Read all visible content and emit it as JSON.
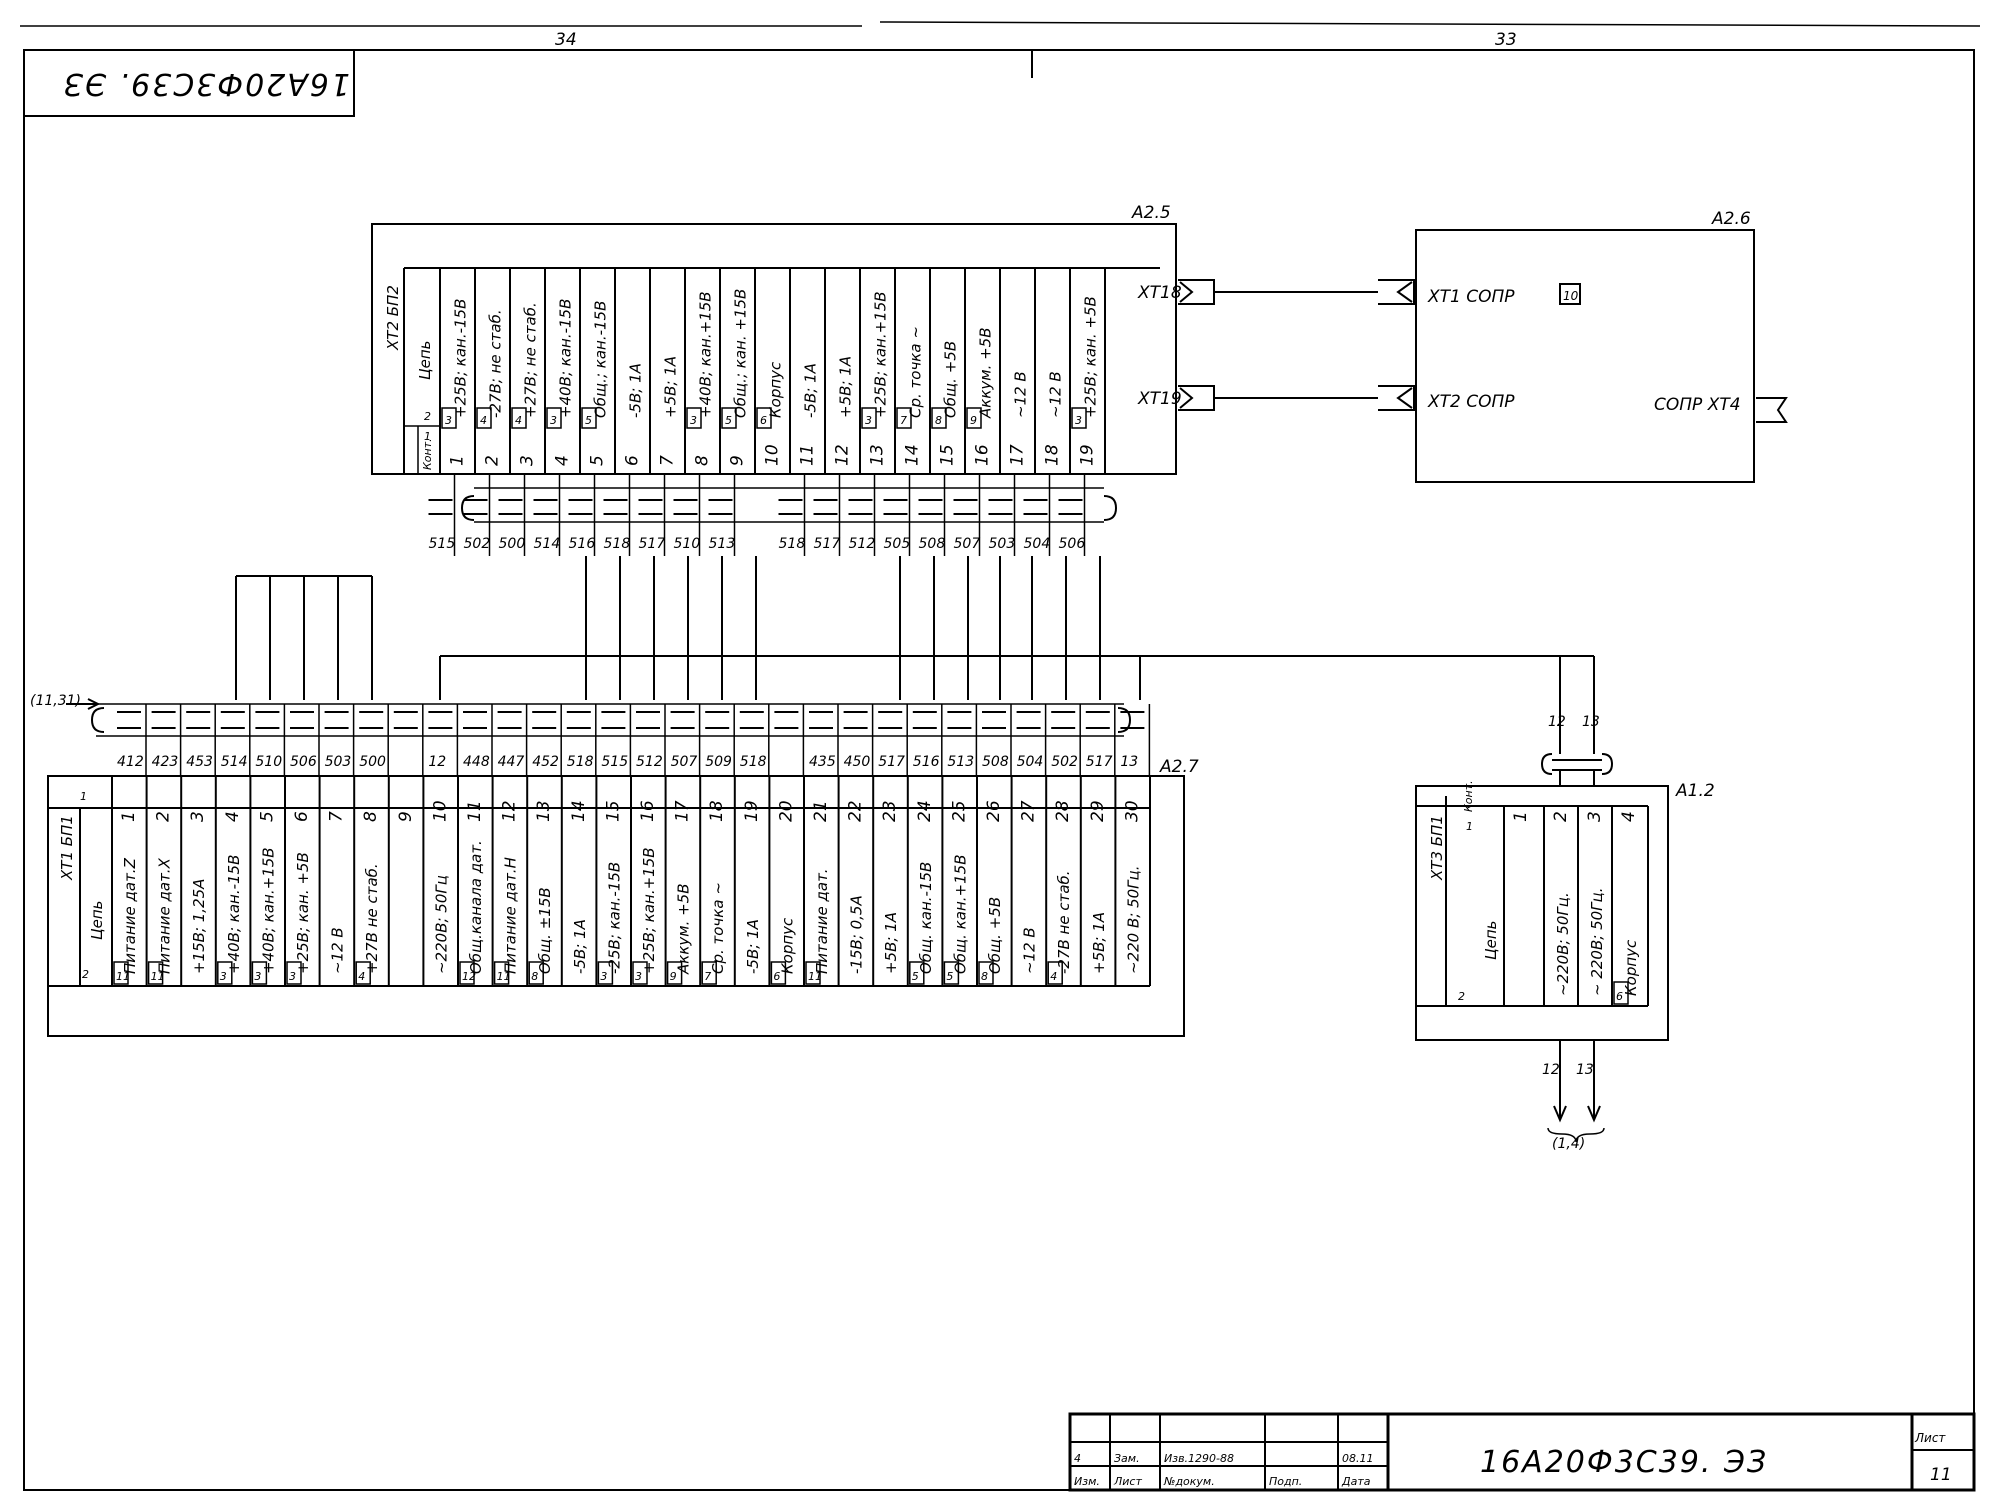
{
  "sheet": {
    "doc_code": "16А20Ф3С39. ЭЗ",
    "doc_code_rotated": "16А20Ф3С39. ЭЗ",
    "page_left": "34",
    "page_right": "33",
    "sheet_label": "Лист",
    "sheet_no": "11"
  },
  "title_block": {
    "row1": [
      "4",
      "Зам.",
      "Изв.1290-88",
      "",
      "08.11"
    ],
    "headers": [
      "Изм.",
      "Лист",
      "№докум.",
      "Подп.",
      "Дата"
    ]
  },
  "a25": {
    "name": "А2.5",
    "connector": "ХТ2 БП2",
    "cont_header": "Конт.",
    "circuit_header": "Цепь",
    "header_size": "1",
    "header_size2": "2",
    "ports": [
      "ХТ18",
      "ХТ19"
    ],
    "pins": [
      {
        "n": "1",
        "sig": "+25В; кан.-15В",
        "sz": "3"
      },
      {
        "n": "2",
        "sig": "-27В; не стаб.",
        "sz": "4"
      },
      {
        "n": "3",
        "sig": "+27В; не стаб.",
        "sz": "4"
      },
      {
        "n": "4",
        "sig": "+40В; кан.-15В",
        "sz": "3"
      },
      {
        "n": "5",
        "sig": "Общ.; кан.-15В",
        "sz": "5"
      },
      {
        "n": "6",
        "sig": "-5В; 1А",
        "sz": ""
      },
      {
        "n": "7",
        "sig": "+5В; 1А",
        "sz": ""
      },
      {
        "n": "8",
        "sig": "+40В; кан.+15В",
        "sz": "3"
      },
      {
        "n": "9",
        "sig": "Общ.; кан. +15В",
        "sz": "5"
      },
      {
        "n": "10",
        "sig": "Корпус",
        "sz": "6"
      },
      {
        "n": "11",
        "sig": "-5В; 1А",
        "sz": ""
      },
      {
        "n": "12",
        "sig": "+5В; 1А",
        "sz": ""
      },
      {
        "n": "13",
        "sig": "+25В; кан.+15В",
        "sz": "3"
      },
      {
        "n": "14",
        "sig": "Ср. точка ~",
        "sz": "7"
      },
      {
        "n": "15",
        "sig": "Общ. +5В",
        "sz": "8"
      },
      {
        "n": "16",
        "sig": "Аккум. +5В",
        "sz": "9"
      },
      {
        "n": "17",
        "sig": "~12 В",
        "sz": ""
      },
      {
        "n": "18",
        "sig": "~12 В",
        "sz": ""
      },
      {
        "n": "19",
        "sig": "+25В; кан. +5В",
        "sz": "3"
      }
    ],
    "wires": [
      "515",
      "502",
      "500",
      "514",
      "516",
      "518",
      "517",
      "510",
      "513",
      "518",
      "517",
      "512",
      "505",
      "508",
      "507",
      "503",
      "504",
      "506"
    ]
  },
  "a26": {
    "name": "А2.6",
    "xt1": "ХТ1 СОПР",
    "xt2": "ХТ2 СОПР",
    "xt4": "СОПР ХТ4",
    "box_no": "10"
  },
  "a27": {
    "name": "А2.7",
    "connector": "ХТ1 БП1",
    "header_size": "1",
    "header_size2": "2",
    "circuit_header": "Цепь",
    "ref": "(11,31)",
    "pins": [
      {
        "n": "1",
        "sig": "Питание дат.Z",
        "sz": "11"
      },
      {
        "n": "2",
        "sig": "Питание дат.Х",
        "sz": "11"
      },
      {
        "n": "3",
        "sig": "+15В; 1,25А",
        "sz": ""
      },
      {
        "n": "4",
        "sig": "+40В; кан.-15В",
        "sz": "3"
      },
      {
        "n": "5",
        "sig": "+40В; кан.+15В",
        "sz": "3"
      },
      {
        "n": "6",
        "sig": "+25В; кан. +5В",
        "sz": "3"
      },
      {
        "n": "7",
        "sig": "~12 В",
        "sz": ""
      },
      {
        "n": "8",
        "sig": "+27В не стаб.",
        "sz": "4"
      },
      {
        "n": "9",
        "sig": "",
        "sz": ""
      },
      {
        "n": "10",
        "sig": "~220В; 50Гц",
        "sz": ""
      },
      {
        "n": "11",
        "sig": "Общ.канала дат.",
        "sz": "12"
      },
      {
        "n": "12",
        "sig": "Питание дат.Н",
        "sz": "11"
      },
      {
        "n": "13",
        "sig": "Общ. ±15В",
        "sz": "8"
      },
      {
        "n": "14",
        "sig": "-5В; 1А",
        "sz": ""
      },
      {
        "n": "15",
        "sig": "-25В; кан.-15В",
        "sz": "3"
      },
      {
        "n": "16",
        "sig": "+25В; кан.+15В",
        "sz": "3"
      },
      {
        "n": "17",
        "sig": "Аккум. +5В",
        "sz": "9"
      },
      {
        "n": "18",
        "sig": "Ср. точка ~",
        "sz": "7"
      },
      {
        "n": "19",
        "sig": "-5В; 1А",
        "sz": ""
      },
      {
        "n": "20",
        "sig": "Корпус",
        "sz": "6"
      },
      {
        "n": "21",
        "sig": "Питание дат.",
        "sz": "11"
      },
      {
        "n": "22",
        "sig": "-15В; 0,5А",
        "sz": ""
      },
      {
        "n": "23",
        "sig": "+5В; 1А",
        "sz": ""
      },
      {
        "n": "24",
        "sig": "Общ. кан.-15В",
        "sz": "5"
      },
      {
        "n": "25",
        "sig": "Общ. кан.+15В",
        "sz": "5"
      },
      {
        "n": "26",
        "sig": "Общ. +5В",
        "sz": "8"
      },
      {
        "n": "27",
        "sig": "~12 В",
        "sz": ""
      },
      {
        "n": "28",
        "sig": "-27В не стаб.",
        "sz": "4"
      },
      {
        "n": "29",
        "sig": "+5В; 1А",
        "sz": ""
      },
      {
        "n": "30",
        "sig": "~220 В; 50Гц.",
        "sz": ""
      }
    ],
    "wires": [
      "412",
      "423",
      "453",
      "514",
      "510",
      "506",
      "503",
      "500",
      "",
      "12",
      "448",
      "447",
      "452",
      "518",
      "515",
      "512",
      "507",
      "509",
      "518",
      "",
      "435",
      "450",
      "517",
      "516",
      "513",
      "508",
      "504",
      "502",
      "517",
      "13"
    ]
  },
  "a12": {
    "name": "А1.2",
    "connector": "ХТ3 БП1",
    "cont_header": "Конт.",
    "circuit_header": "Цепь",
    "header_size": "1",
    "header_size2": "2",
    "pins": [
      {
        "n": "1",
        "sig": "",
        "sz": ""
      },
      {
        "n": "2",
        "sig": "~220В; 50Гц.",
        "sz": ""
      },
      {
        "n": "3",
        "sig": "~ 220В; 50Гц.",
        "sz": ""
      },
      {
        "n": "4",
        "sig": "Корпус",
        "sz": "6"
      }
    ],
    "wire_top": [
      "12",
      "13"
    ],
    "wire_bottom": [
      "12",
      "13"
    ],
    "ref": "(1,4)"
  }
}
